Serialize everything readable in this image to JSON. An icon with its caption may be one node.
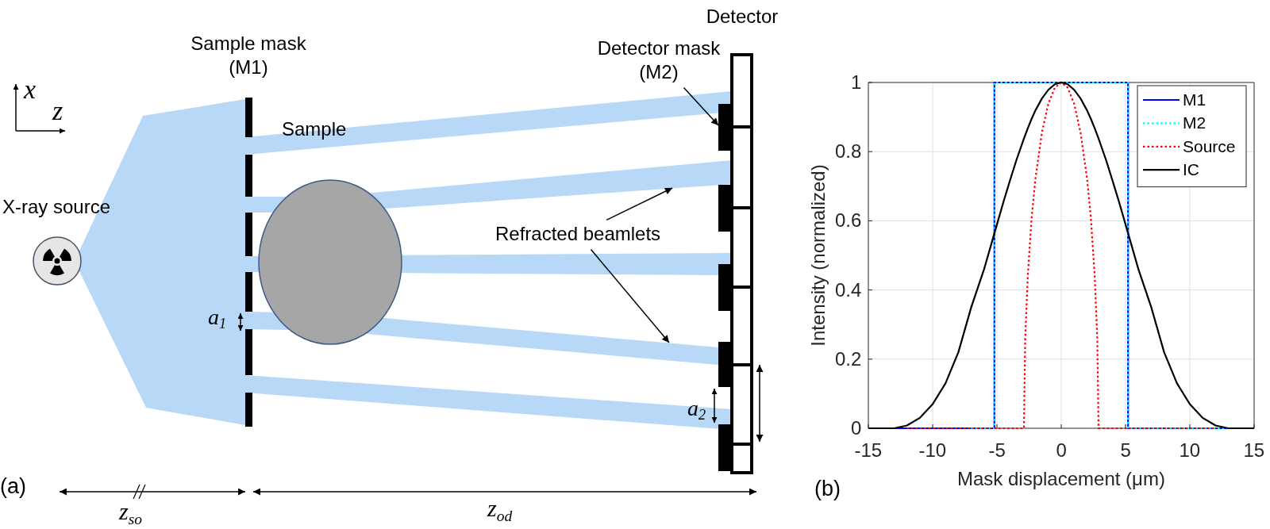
{
  "diagram": {
    "nodes": [
      {
        "text": [
          "X-ray source"
        ]
      },
      {
        "text": [
          "Sample mask (M1)"
        ]
      },
      {
        "text": [
          "Sample"
        ]
      },
      {
        "text": [
          "Detector mask (M2)"
        ]
      },
      {
        "text": [],
        "shape": "bar"
      },
      {
        "text": [
          "Detector"
        ]
      },
      {
        "text": [
          "Refracted beamlets"
        ]
      },
      {
        "text": [],
        "shape": "bar"
      },
      {
        "text": [],
        "shape": "bar"
      }
    ],
    "edges": [
      {
        "from": 3,
        "to": 4,
        "arrow": "to"
      },
      {
        "from": 6,
        "to": 7,
        "arrow": "to"
      },
      {
        "from": 6,
        "to": 8,
        "arrow": "to"
      }
    ],
    "labels": [
      "x",
      "z",
      "a$_{1}$",
      "a$_{2}$",
      "(a)",
      "(b)",
      "z$_{so}$",
      "z$_{od}$"
    ],
    "chart_data": {
      "type": "line",
      "xlabel": "Mask displacement (μm)",
      "ylabel": "Intensity (normalized)",
      "x": [
        -15,
        -14,
        -13,
        -12,
        -11,
        -10,
        -9,
        -8,
        -7,
        -6,
        -5.2,
        -5.2,
        -4.5,
        -4,
        -3.5,
        -2.9,
        -2.8,
        -2.6,
        -2.3,
        -2,
        -1.5,
        -1,
        -0.5,
        0,
        0.5,
        1,
        1.5,
        2,
        2.3,
        2.6,
        2.8,
        2.9,
        3.5,
        4,
        4.5,
        5.2,
        5.2,
        6,
        7,
        8,
        9,
        10,
        11,
        12,
        13,
        14,
        15
      ],
      "series": [
        {
          "name": "M1",
          "color": "#0000ff",
          "values": [
            null,
            null,
            0,
            0,
            0,
            0,
            0,
            0,
            0,
            0,
            0,
            1,
            1,
            1,
            1,
            1,
            1,
            1,
            1,
            1,
            1,
            1,
            1,
            1,
            1,
            1,
            1,
            1,
            1,
            1,
            1,
            1,
            1,
            1,
            1,
            1,
            0,
            0,
            0,
            0,
            0,
            0,
            0,
            0,
            0,
            null,
            null
          ]
        },
        {
          "name": "M2",
          "color": "#00ffff",
          "line_style": "dotted",
          "values": [
            null,
            null,
            null,
            null,
            null,
            null,
            null,
            null,
            0,
            0,
            0,
            1,
            1,
            1,
            1,
            1,
            1,
            1,
            1,
            1,
            1,
            1,
            1,
            1,
            1,
            1,
            1,
            1,
            1,
            1,
            1,
            1,
            1,
            1,
            1,
            1,
            0,
            0,
            0,
            0,
            0,
            0,
            0,
            0,
            0,
            null,
            null
          ]
        },
        {
          "name": "Source",
          "color": "#ff0000",
          "line_style": "dotted",
          "values": [
            null,
            null,
            null,
            0,
            0,
            0,
            0,
            0,
            0,
            0,
            0,
            0,
            0,
            0,
            0,
            0,
            0.26,
            0.443,
            0.609,
            0.724,
            0.856,
            0.939,
            0.985,
            1,
            0.985,
            0.939,
            0.856,
            0.724,
            0.609,
            0.443,
            0.26,
            0,
            0,
            0,
            0,
            0,
            0,
            0,
            0,
            0,
            0,
            0,
            0,
            0,
            null,
            null,
            null
          ]
        },
        {
          "name": "IC",
          "color": "#000000",
          "values": [
            0,
            0,
            0,
            0.008,
            0.03,
            0.07,
            0.13,
            0.22,
            0.35,
            0.46,
            0.564,
            0.564,
            0.654,
            0.715,
            0.774,
            0.838,
            0.848,
            0.868,
            0.895,
            0.92,
            0.954,
            0.979,
            0.995,
            1,
            0.995,
            0.979,
            0.954,
            0.92,
            0.895,
            0.868,
            0.848,
            0.838,
            0.774,
            0.715,
            0.654,
            0.564,
            0.564,
            0.46,
            0.35,
            0.22,
            0.13,
            0.07,
            0.03,
            0.008,
            0,
            0,
            0
          ]
        }
      ],
      "xlim": [
        -15,
        15
      ],
      "ylim": [
        0,
        1
      ],
      "xticks": [
        -15,
        -10,
        -5,
        0,
        5,
        10,
        15
      ],
      "yticks": [
        0,
        0.2,
        0.4,
        0.6,
        0.8,
        1
      ],
      "grid": true,
      "legend": "upper right"
    }
  }
}
